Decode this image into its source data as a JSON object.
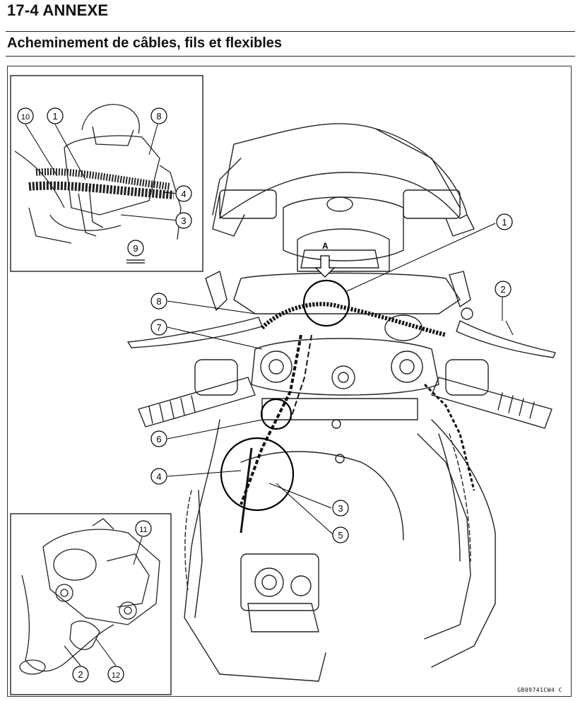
{
  "header": {
    "section_title": "17-4 ANNEXE",
    "subtitle": "Acheminement de câbles, fils et flexibles"
  },
  "figure": {
    "main_callouts": [
      "1",
      "2",
      "8",
      "7",
      "6",
      "4",
      "3",
      "5"
    ],
    "view_label": "A",
    "inset_top_callouts": [
      "10",
      "1",
      "8",
      "4",
      "3",
      "9"
    ],
    "inset_bottom_callouts": [
      "11",
      "2",
      "12"
    ],
    "figure_code": "GB09741CW4 C"
  }
}
